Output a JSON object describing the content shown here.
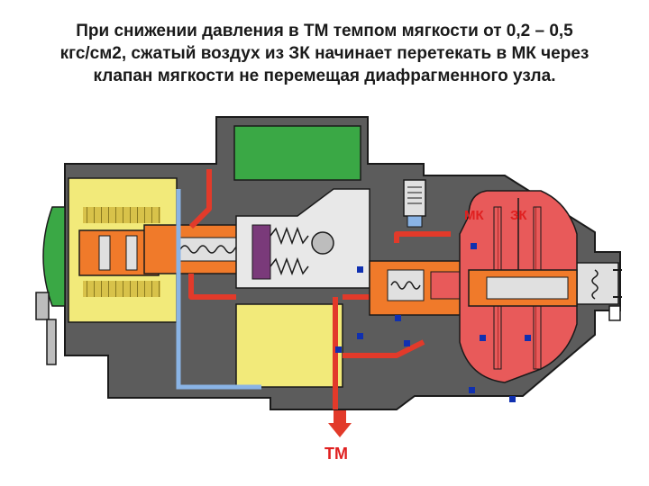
{
  "caption": {
    "line1": "При снижении давления в ТМ темпом мягкости от 0,2 – 0,5",
    "line2": "кгс/см2, сжатый воздух из ЗК начинает перетекать в МК через",
    "line3": "клапан мягкости не перемещая диафрагменного узла."
  },
  "labels": {
    "mk": "МК",
    "zk": "ЗК",
    "tm": "ТМ"
  },
  "colors": {
    "housing": "#5a5a5a",
    "outline": "#1a1a1a",
    "brake_line": "#e23a2a",
    "supply_air": "#f07a2a",
    "chamber_pink": "#e85a5a",
    "reservoir_green": "#3aa845",
    "reservoir_yellow": "#f2ea7a",
    "channel_blue": "#8ab4e6",
    "spring_purple": "#7a3a7a",
    "flow_arrow": "#1030b0",
    "label_red": "#e02020"
  }
}
